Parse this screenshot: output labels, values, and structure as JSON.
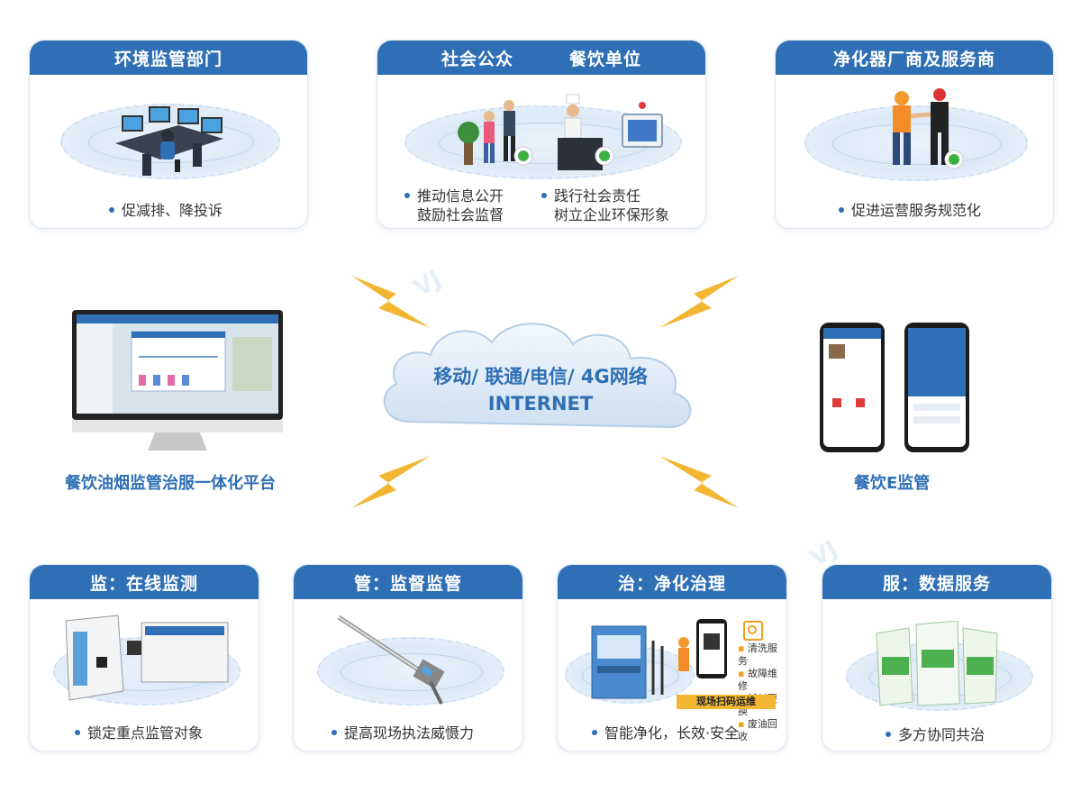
{
  "cards_top": [
    {
      "title": "环境监管部门",
      "bullets": [
        [
          "促减排、降投诉"
        ]
      ]
    },
    {
      "titles": [
        "社会公众",
        "餐饮单位"
      ],
      "bullets": [
        [
          "推动信息公开",
          "鼓励社会监督"
        ],
        [
          "践行社会责任",
          "树立企业环保形象"
        ]
      ]
    },
    {
      "title": "净化器厂商及服务商",
      "bullets": [
        [
          "促进运营服务规范化"
        ]
      ]
    }
  ],
  "center": {
    "cloud_line1": "移动/ 联通/电信/ 4G网络",
    "cloud_line2": "INTERNET",
    "left_label": "餐饮油烟监管治服一体化平台",
    "right_label": "餐饮E监管"
  },
  "cards_bottom": [
    {
      "title": "监：在线监测",
      "bullet": "锁定重点监管对象"
    },
    {
      "title": "管：监督监管",
      "bullet": "提高现场执法威慑力"
    },
    {
      "title": "治：净化治理",
      "bullet": "智能净化，长效·安全"
    },
    {
      "title": "服：数据服务",
      "bullet": "多方协同共治"
    }
  ],
  "service_list": [
    "清洗服务",
    "故障维修",
    "耗材更换",
    "废油回收"
  ],
  "service_banner": "现场扫码运维",
  "colors": {
    "header": "#2f6fb5",
    "bolt": "#f2b633",
    "cloud": "#dbe9f7"
  }
}
